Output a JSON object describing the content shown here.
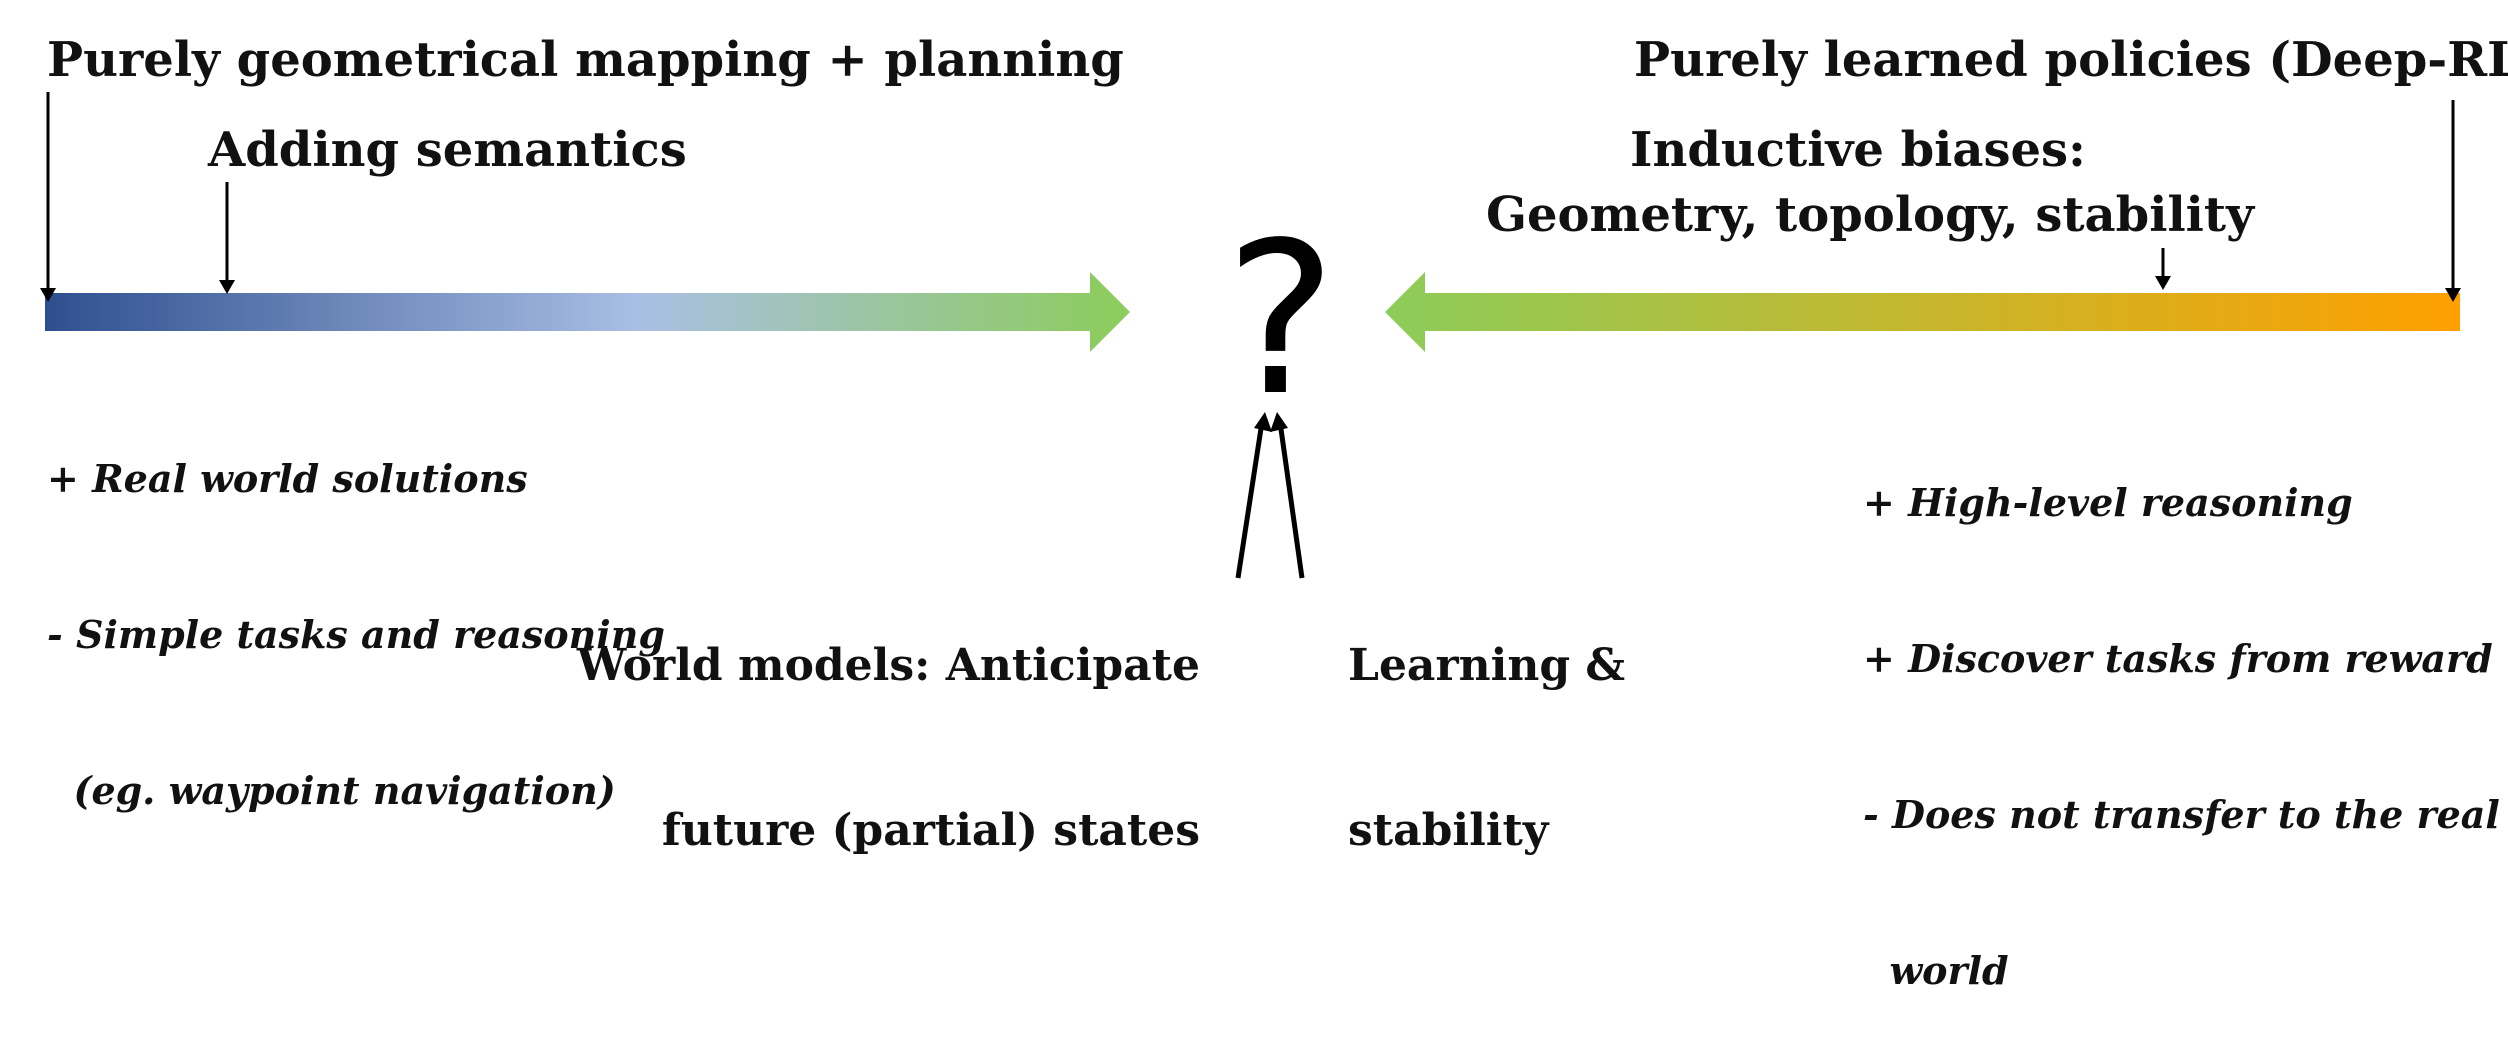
{
  "left": {
    "title": "Purely geometrical mapping + planning",
    "sub": "Adding semantics",
    "notes": [
      "+ Real world solutions",
      "- Simple tasks and reasoning",
      "  (eg. waypoint navigation)"
    ]
  },
  "right": {
    "title": "Purely learned policies (Deep-RL)",
    "sub_line1": "Inductive biases:",
    "sub_line2": "Geometry, topology, stability",
    "notes": [
      "+ High-level reasoning",
      "+ Discover tasks from reward",
      "- Does not transfer to the real",
      "  world"
    ]
  },
  "center": {
    "symbol": "?",
    "left_caption_line1": "World models: Anticipate",
    "left_caption_line2": "future (partial) states",
    "right_caption_line1": "Learning &",
    "right_caption_line2": "stability"
  },
  "colors": {
    "left_start": "#2e4f8f",
    "left_mid": "#a9bfe4",
    "center_green": "#8ccc5a",
    "right_end": "#ffa000",
    "text": "#111111"
  }
}
